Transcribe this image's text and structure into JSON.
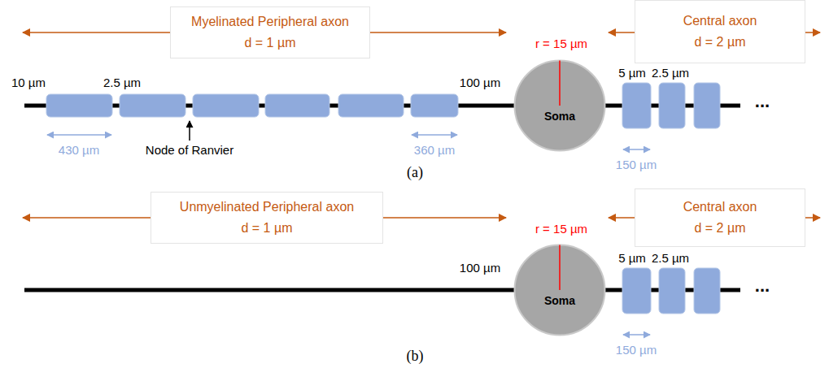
{
  "diagram": {
    "nodes": [
      {
        "text": [
          "Myelinated Peripheral axon",
          "d = 1 µm"
        ]
      },
      {
        "text": [
          "Central axon",
          "d = 2 µm"
        ]
      },
      {
        "text": [
          "Soma"
        ]
      },
      {
        "text": [
          "Unmyelinated Peripheral axon",
          "d = 1 µm"
        ]
      },
      {
        "text": [
          "Central axon",
          "d = 2 µm"
        ]
      },
      {
        "text": [
          "Soma"
        ]
      }
    ],
    "labels": [
      "10 µm",
      "2.5 µm",
      "100 µm",
      "5 µm",
      "2.5 µm",
      "430 µm",
      "Node of Ranvier",
      "360 µm",
      "150 µm",
      "r = 15 µm",
      "...",
      "(a)",
      "r = 15 µm",
      "100 µm",
      "5 µm",
      "2.5 µm",
      "150 µm",
      "...",
      "(b)"
    ]
  }
}
